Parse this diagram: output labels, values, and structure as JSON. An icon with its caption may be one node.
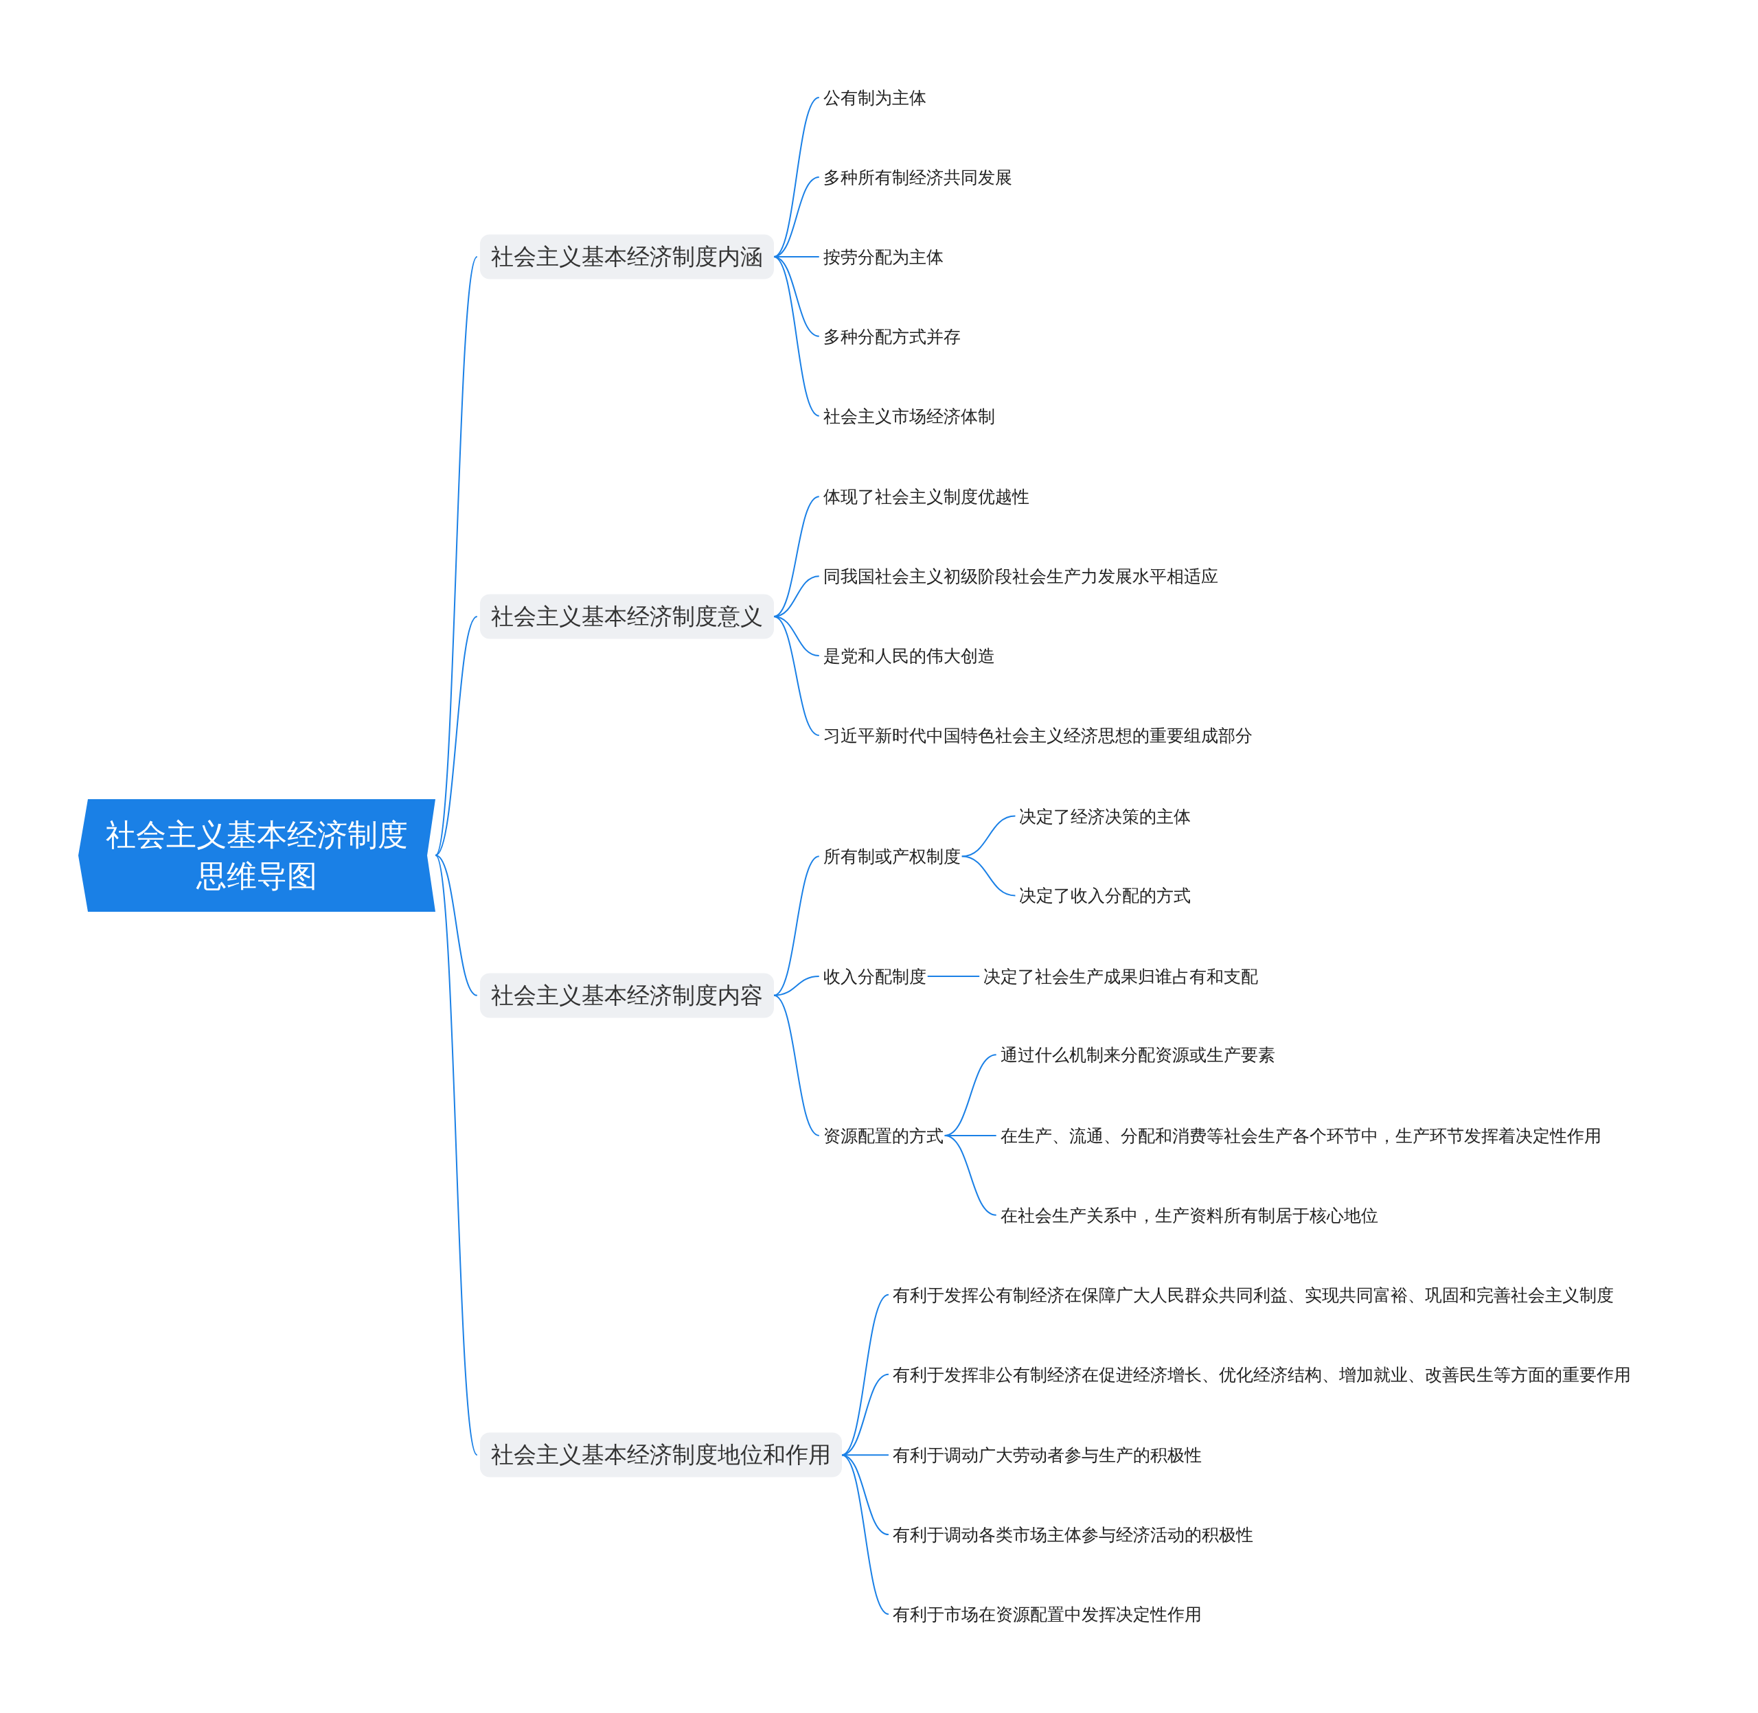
{
  "diagram": {
    "nodes": [
      {
        "text": [
          "社会主义基本经济制度思维导图"
        ]
      },
      {
        "text": [
          "社会主义基本经济制度内涵"
        ]
      },
      {
        "text": [
          "公有制为主体"
        ]
      },
      {
        "text": [
          "多种所有制经济共同发展"
        ]
      },
      {
        "text": [
          "按劳分配为主体"
        ]
      },
      {
        "text": [
          "多种分配方式并存"
        ]
      },
      {
        "text": [
          "社会主义市场经济体制"
        ]
      },
      {
        "text": [
          "社会主义基本经济制度意义"
        ]
      },
      {
        "text": [
          "体现了社会主义制度优越性"
        ]
      },
      {
        "text": [
          "同我国社会主义初级阶段社会生产力发展水平相适应"
        ]
      },
      {
        "text": [
          "是党和人民的伟大创造"
        ]
      },
      {
        "text": [
          "习近平新时代中国特色社会主义经济思想的重要组成部分"
        ]
      },
      {
        "text": [
          "社会主义基本经济制度内容"
        ]
      },
      {
        "text": [
          "所有制或产权制度"
        ]
      },
      {
        "text": [
          "决定了经济决策的主体"
        ]
      },
      {
        "text": [
          "决定了收入分配的方式"
        ]
      },
      {
        "text": [
          "收入分配制度"
        ]
      },
      {
        "text": [
          "决定了社会生产成果归谁占有和支配"
        ]
      },
      {
        "text": [
          "资源配置的方式"
        ]
      },
      {
        "text": [
          "通过什么机制来分配资源或生产要素"
        ]
      },
      {
        "text": [
          "在生产、流通、分配和消费等社会生产各个环节中，生产环节发挥着决定性作用"
        ]
      },
      {
        "text": [
          "在社会生产关系中，生产资料所有制居于核心地位"
        ]
      },
      {
        "text": [
          "社会主义基本经济制度地位和作用"
        ]
      },
      {
        "text": [
          "有利于发挥公有制经济在保障广大人民群众共同利益、实现共同富裕、巩固和完善社会主义制度"
        ]
      },
      {
        "text": [
          "有利于发挥非公有制经济在促进经济增长、优化经济结构、增加就业、改善民生等方面的重要作用"
        ]
      },
      {
        "text": [
          "有利于调动广大劳动者参与生产的积极性"
        ]
      },
      {
        "text": [
          "有利于调动各类市场主体参与经济活动的积极性"
        ]
      },
      {
        "text": [
          "有利于市场在资源配置中发挥决定性作用"
        ]
      }
    ],
    "edges": [
      {
        "from": 0,
        "to": 1,
        "arrow": "none"
      },
      {
        "from": 1,
        "to": 2,
        "arrow": "none"
      },
      {
        "from": 1,
        "to": 3,
        "arrow": "none"
      },
      {
        "from": 1,
        "to": 4,
        "arrow": "none"
      },
      {
        "from": 1,
        "to": 5,
        "arrow": "none"
      },
      {
        "from": 1,
        "to": 6,
        "arrow": "none"
      },
      {
        "from": 0,
        "to": 7,
        "arrow": "none"
      },
      {
        "from": 7,
        "to": 8,
        "arrow": "none"
      },
      {
        "from": 7,
        "to": 9,
        "arrow": "none"
      },
      {
        "from": 7,
        "to": 10,
        "arrow": "none"
      },
      {
        "from": 7,
        "to": 11,
        "arrow": "none"
      },
      {
        "from": 0,
        "to": 12,
        "arrow": "none"
      },
      {
        "from": 12,
        "to": 13,
        "arrow": "none"
      },
      {
        "from": 13,
        "to": 14,
        "arrow": "none"
      },
      {
        "from": 13,
        "to": 15,
        "arrow": "none"
      },
      {
        "from": 12,
        "to": 16,
        "arrow": "none"
      },
      {
        "from": 16,
        "to": 17,
        "arrow": "none"
      },
      {
        "from": 12,
        "to": 18,
        "arrow": "none"
      },
      {
        "from": 18,
        "to": 19,
        "arrow": "none"
      },
      {
        "from": 18,
        "to": 20,
        "arrow": "none"
      },
      {
        "from": 18,
        "to": 21,
        "arrow": "none"
      },
      {
        "from": 0,
        "to": 22,
        "arrow": "none"
      },
      {
        "from": 22,
        "to": 23,
        "arrow": "none"
      },
      {
        "from": 22,
        "to": 24,
        "arrow": "none"
      },
      {
        "from": 22,
        "to": 25,
        "arrow": "none"
      },
      {
        "from": 22,
        "to": 26,
        "arrow": "none"
      },
      {
        "from": 22,
        "to": 27,
        "arrow": "none"
      }
    ]
  }
}
